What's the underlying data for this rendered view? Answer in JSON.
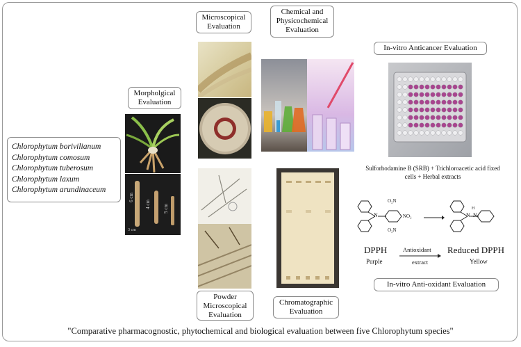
{
  "species": [
    "Chlorophytum borivilianum",
    "Chlorophytum comosum",
    "Chlorophytum tuberosum",
    "Chlorophytum laxum",
    "Chlorophytum arundinaceum"
  ],
  "labels": {
    "microscopical": [
      "Microscopical",
      "Evaluation"
    ],
    "chemical": [
      "Chemical and",
      "Physicochemical",
      "Evaluation"
    ],
    "anticancer": "In-vitro Anticancer Evaluation",
    "morphological": [
      "Morpholgical",
      "Evaluation"
    ],
    "powder": [
      "Powder",
      "Microscopical",
      "Evaluation"
    ],
    "chromatographic": [
      "Chromatographic",
      "Evaluation"
    ],
    "antioxidant": "In-vitro Anti-oxidant Evaluation"
  },
  "srb_caption": [
    "Sulforhodamine B (SRB) + Trichloroacetic acid fixed",
    "cells  + Herbal extracts"
  ],
  "dpph": {
    "left": "DPPH",
    "left_color": "Purple",
    "arrow_top": "Antioxidant",
    "arrow_bottom": "extract",
    "right": "Reduced DPPH",
    "right_color": "Yellow",
    "groups": [
      "O₂N",
      "NO₂",
      "O₂N",
      "N",
      "N",
      "H",
      "N"
    ]
  },
  "morph_scale": [
    "6 cm",
    "4 cm",
    "5 cm",
    "3 cm"
  ],
  "footer": "\"Comparative pharmacognostic, phytochemical and biological evaluation between five Chlorophytum species\"",
  "colors": {
    "border": "#8a8a8a",
    "plate_wells": "#a8458f",
    "tlc_plate": "#efe3c2"
  }
}
